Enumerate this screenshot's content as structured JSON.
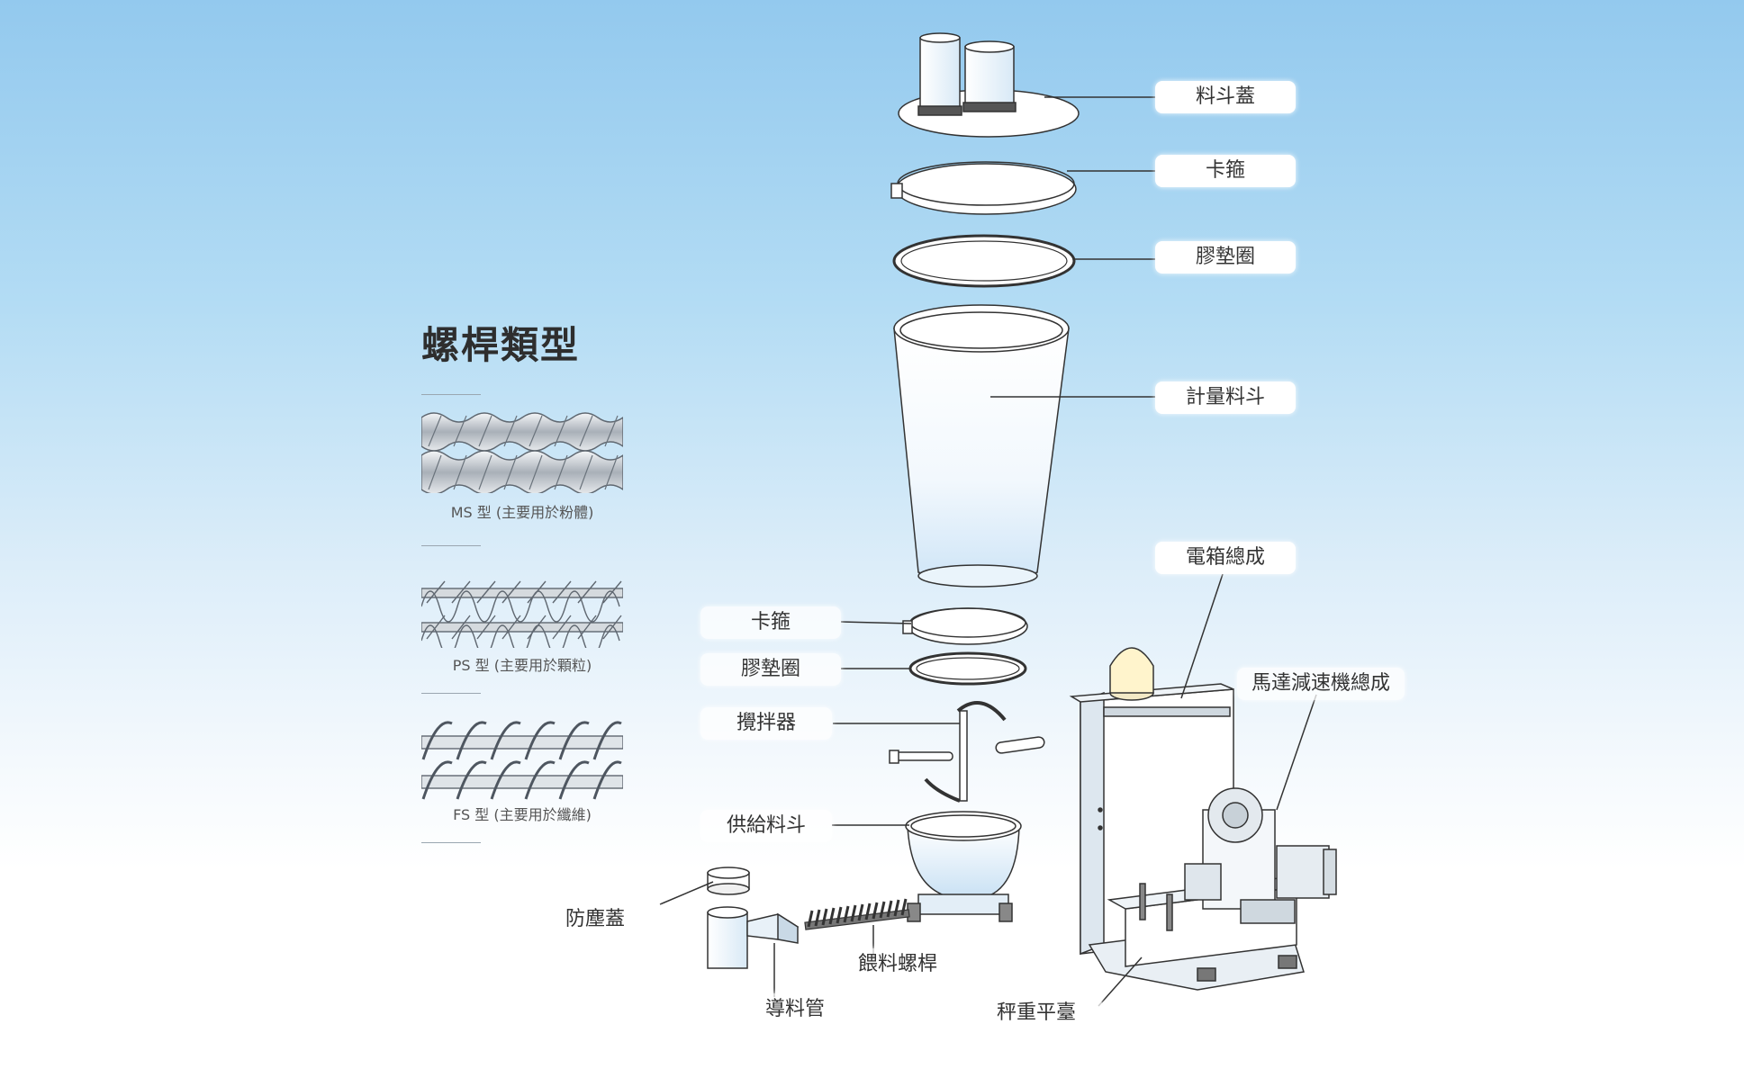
{
  "side": {
    "title": "螺桿類型",
    "screws": [
      {
        "caption": "MS 型 (主要用於粉體)"
      },
      {
        "caption": "PS 型 (主要用於顆粒)"
      },
      {
        "caption": "FS 型 (主要用於纖維)"
      }
    ]
  },
  "labels": {
    "hopper_lid": "料斗蓋",
    "clamp_top": "卡箍",
    "gasket_top": "膠墊圈",
    "metering_hopper": "計量料斗",
    "electric_box": "電箱總成",
    "motor_reducer": "馬達減速機總成",
    "clamp_bottom": "卡箍",
    "gasket_bottom": "膠墊圈",
    "agitator": "攪拌器",
    "supply_hopper": "供給料斗",
    "dust_cover": "防塵蓋",
    "feed_screw": "餵料螺桿",
    "guide_tube": "導料管",
    "weighing_platform": "秤重平臺"
  }
}
